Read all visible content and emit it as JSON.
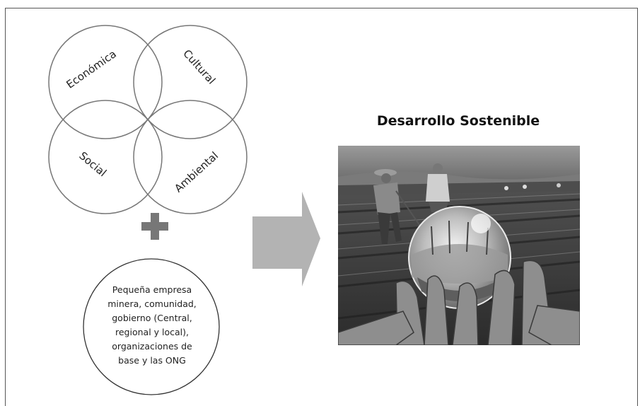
{
  "dimensions": [
    "Económica",
    "Cultural",
    "Social",
    "Ambiental"
  ],
  "stakeholders_text": [
    "Pequeña empresa",
    "minera, comunidad,",
    "gobierno (Central,",
    "regional y local),",
    "organizaciones de",
    "base y las ONG"
  ],
  "result_title": "Desarrollo Sostenible",
  "colors": {
    "circle_stroke": "#777777",
    "plus": "#777777",
    "arrow": "#b3b3b3"
  },
  "icons": {
    "plus": "plus-icon",
    "arrow": "right-arrow-icon"
  }
}
